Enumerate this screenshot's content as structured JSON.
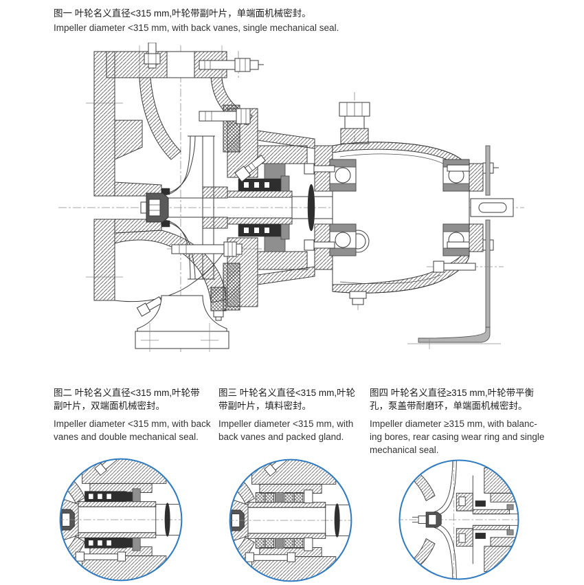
{
  "figure1": {
    "caption_zh": "图一  叶轮名义直径<315 mm,叶轮带副叶片，单端面机械密封。",
    "caption_en": "Impeller diameter <315 mm, with back vanes, single mechanical seal."
  },
  "figure2": {
    "caption_zh": "图二  叶轮名义直径<315 mm,叶轮带\n副叶片，双端面机械密封。",
    "caption_en": "Impeller diameter <315 mm, with back\nvanes and double mechanical seal."
  },
  "figure3": {
    "caption_zh": "图三  叶轮名义直径<315 mm,叶轮\n带副叶片，填料密封。",
    "caption_en": "Impeller diameter <315 mm, with\nback vanes and packed gland."
  },
  "figure4": {
    "caption_zh": "图四  叶轮名义直径≥315 mm,叶轮带平衡\n孔，泵盖带耐磨环，单端面机械密封。",
    "caption_en": "Impeller diameter ≥315 mm, with balanc-\ning bores, rear casing wear ring and single\nmechanical seal."
  },
  "colors": {
    "detail_circle_stroke": "#2f7ac1",
    "line": "#3a3a3a",
    "background": "#ffffff"
  }
}
